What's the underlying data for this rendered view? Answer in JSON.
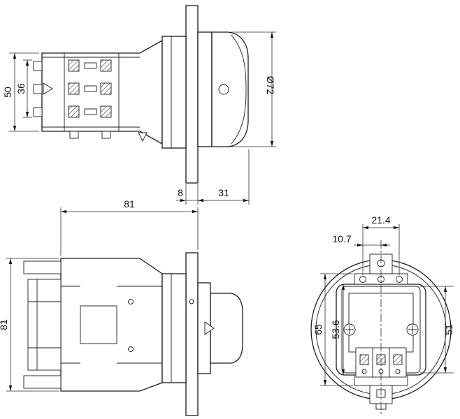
{
  "views": {
    "side": {
      "dim_body_height": "50",
      "dim_terminal_block_height": "36",
      "dim_knob_diameter": "Ø72",
      "dim_panel_gap": "8",
      "dim_knob_depth": "31"
    },
    "top": {
      "dim_depth": "81",
      "dim_height": "81"
    },
    "rear": {
      "dim_hole_spacing": "21.4",
      "dim_hole_offset": "10.7",
      "dim_overall_height": "65",
      "dim_plate_height": "53.6",
      "dim_base_height": "51"
    }
  }
}
